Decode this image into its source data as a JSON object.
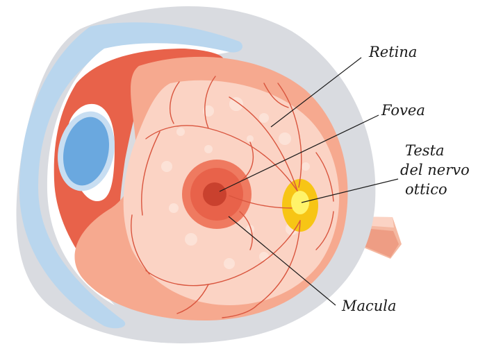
{
  "diagram": {
    "labels": {
      "retina": "Retina",
      "fovea": "Fovea",
      "optic_nerve_line1": "Testa",
      "optic_nerve_line2": "del nervo",
      "optic_nerve_line3": "ottico",
      "macula": "Macula"
    },
    "colors": {
      "sclera": "#d9dbe0",
      "sclera_highlight": "#e8e9ed",
      "cornea": "#b9d6ee",
      "iris": "#e8624a",
      "lens": "#6aa8df",
      "vitreous": "#f6a98f",
      "retina_light": "#fbd3c4",
      "macula": "#ef7a60",
      "fovea": "#c9412e",
      "optic_disc": "#f7c515",
      "optic_disc_core": "#fff36a",
      "vessel": "#d9553e",
      "nerve": "#f5b9a2"
    }
  }
}
